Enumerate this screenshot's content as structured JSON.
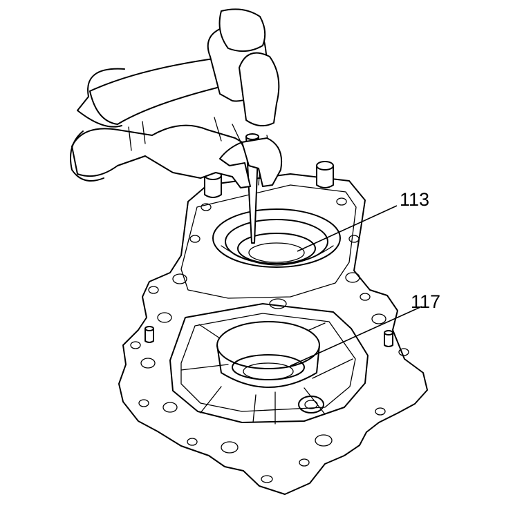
{
  "figure": {
    "callouts": [
      {
        "id": "c113",
        "label": "113"
      },
      {
        "id": "c117",
        "label": "117"
      }
    ]
  },
  "colors": {
    "ink": "#000000",
    "paper": "#ffffff"
  }
}
